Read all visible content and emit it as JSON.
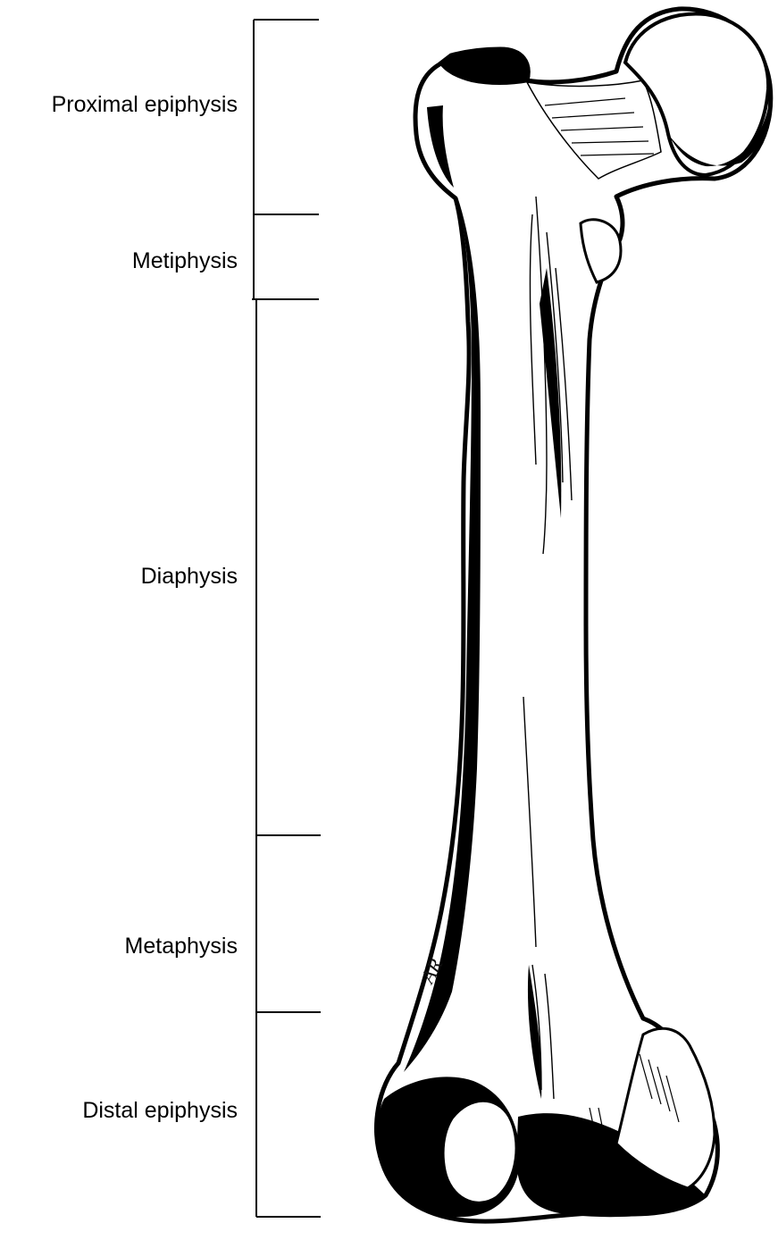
{
  "diagram": {
    "regions": [
      {
        "label": "Proximal epiphysis"
      },
      {
        "label": "Metiphysis"
      },
      {
        "label": "Diaphysis"
      },
      {
        "label": "Metaphysis"
      },
      {
        "label": "Distal epiphysis"
      }
    ],
    "illustration": "femur-bone-drawing",
    "signature": "AR",
    "colors": {
      "ink": "#000000",
      "paper": "#ffffff"
    }
  }
}
